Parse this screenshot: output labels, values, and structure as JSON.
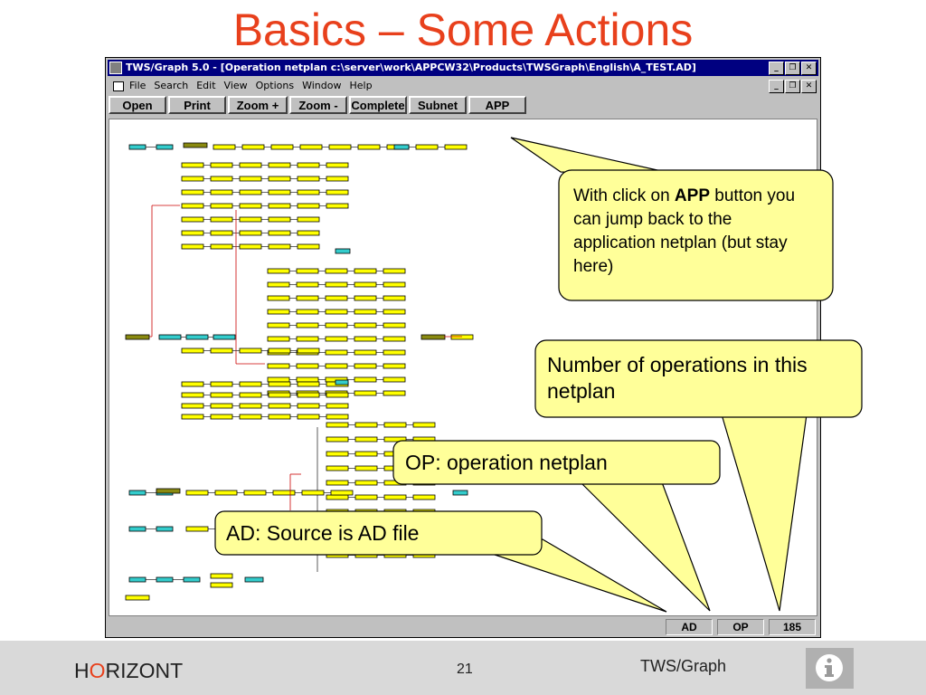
{
  "slide": {
    "title": "Basics – Some Actions",
    "page_number": "21",
    "footer_brand_prefix": "H",
    "footer_brand_accent": "O",
    "footer_brand_suffix": "RIZONT",
    "footer_product": "TWS/Graph",
    "info_icon": "info-icon",
    "accent_color": "#e8401c"
  },
  "window": {
    "title": "TWS/Graph 5.0 - [Operation netplan c:\\server\\work\\APPCW32\\Products\\TWSGraph\\English\\A_TEST.AD]",
    "controls": [
      "_",
      "❐",
      "✕"
    ]
  },
  "menu": {
    "items": [
      "File",
      "Search",
      "Edit",
      "View",
      "Options",
      "Window",
      "Help"
    ]
  },
  "toolbar": {
    "buttons": [
      "Open",
      "Print",
      "Zoom +",
      "Zoom -",
      "Complete",
      "Subnet",
      "APP"
    ]
  },
  "status": {
    "source": "AD",
    "mode": "OP",
    "count": "185"
  },
  "callouts": {
    "app_pre": "With click on ",
    "app_bold": "APP",
    "app_post": " button you can jump back to the application netplan (but stay here)",
    "count": "Number of operations in this netplan",
    "op": "OP: operation netplan",
    "ad": "AD: Source is AD file"
  },
  "colors": {
    "node_yellow": "#ffff00",
    "node_cyan": "#33cccc",
    "node_olive": "#8a8a10",
    "callout_fill": "#ffff99",
    "edge_red": "#cc0000"
  }
}
